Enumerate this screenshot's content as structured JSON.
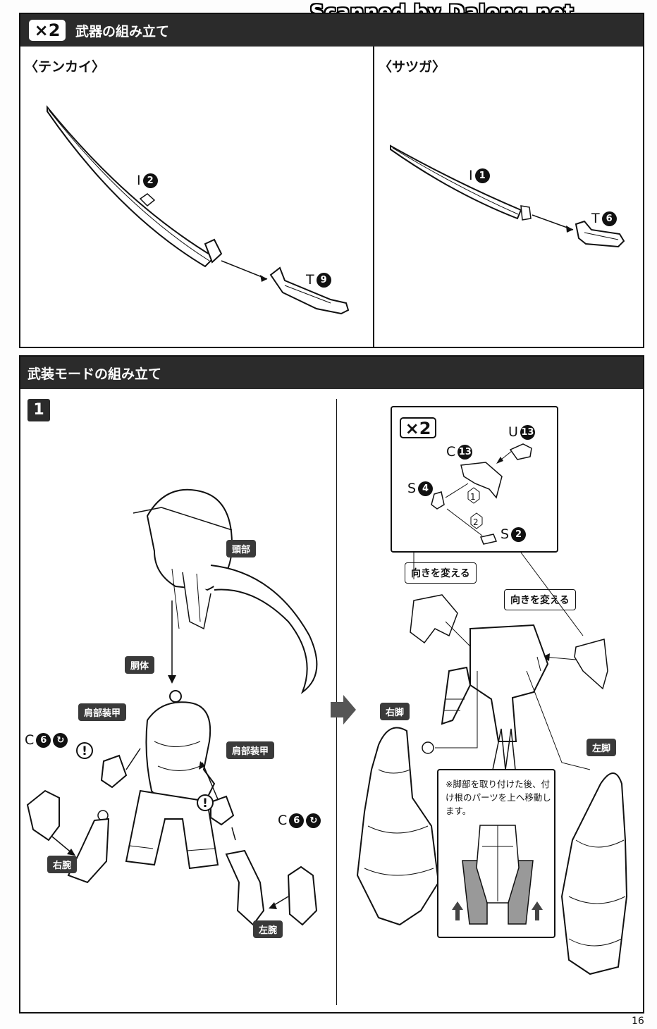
{
  "watermark": "Scanned by Dalong.net",
  "section1": {
    "badge": "×2",
    "title": "武器の組み立て",
    "panels": [
      {
        "label": "〈テンカイ〉",
        "blade_code": "I",
        "blade_num": "2",
        "grip_code": "T",
        "grip_num": "9"
      },
      {
        "label": "〈サツガ〉",
        "blade_code": "I",
        "blade_num": "1",
        "grip_code": "T",
        "grip_num": "6"
      }
    ]
  },
  "section2": {
    "title": "武装モードの組み立て",
    "step": "1",
    "left": {
      "head": "頭部",
      "torso": "胴体",
      "shoulder_right": "肩部装甲",
      "shoulder_left": "肩部装甲",
      "arm_right": "右腕",
      "arm_left": "左腕",
      "c6_left_code": "C",
      "c6_left_num": "6",
      "c6_right_code": "C",
      "c6_right_num": "6",
      "warn_symbol": "!"
    },
    "right": {
      "inset_badge": "×2",
      "u13_code": "U",
      "u13_num": "13",
      "c13_code": "C",
      "c13_num": "13",
      "s4_code": "S",
      "s4_num": "4",
      "s2_code": "S",
      "s2_num": "2",
      "order1": "1",
      "order2": "2",
      "turn_left": "向きを変える",
      "turn_right": "向きを変える",
      "leg_right": "右脚",
      "leg_left": "左脚",
      "note": "※脚部を取り付けた後、付け根のパーツを上へ移動します。"
    }
  },
  "page_number": "16",
  "colors": {
    "header_bg": "#2b2b2b",
    "paper": "#fdfdfd",
    "line": "#111111"
  }
}
